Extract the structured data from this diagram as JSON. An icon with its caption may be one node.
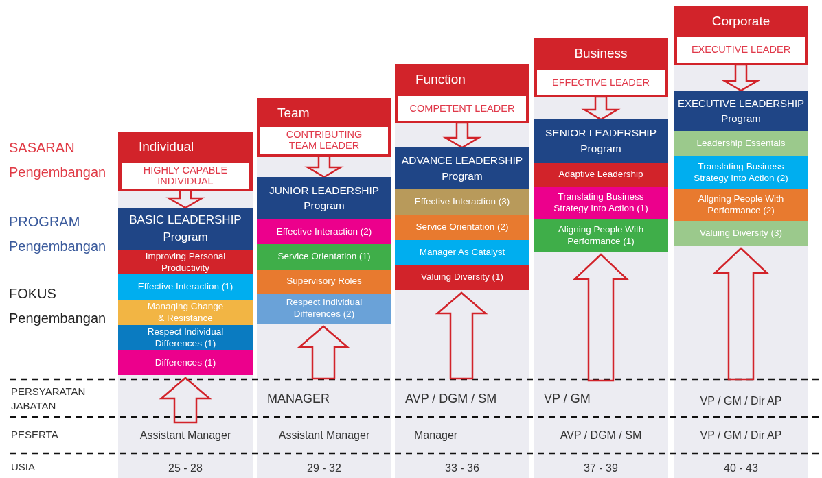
{
  "diagram": {
    "nodes": [
      {
        "text": [
          "Individual"
        ]
      },
      {
        "text": [
          "HIGHLY CAPABLE INDIVIDUAL"
        ],
        "in": 0
      },
      {
        "text": [
          "BASIC LEADERSHIP Program"
        ]
      },
      {
        "text": [
          "Improving Personal Productivity"
        ]
      },
      {
        "text": [
          "Effective Interaction (1)"
        ]
      },
      {
        "text": [
          "Managing Change & Resistance"
        ]
      },
      {
        "text": [
          "Respect Individual Differences (1)"
        ]
      },
      {
        "text": [
          "Differences (1)"
        ]
      },
      {
        "text": [
          "Team"
        ]
      },
      {
        "text": [
          "CONTRIBUTING TEAM LEADER"
        ],
        "in": 8
      },
      {
        "text": [
          "JUNIOR LEADERSHIP Program"
        ]
      },
      {
        "text": [
          "Effective Interaction (2)"
        ]
      },
      {
        "text": [
          "Service Orientation (1)"
        ]
      },
      {
        "text": [
          "Supervisory Roles"
        ]
      },
      {
        "text": [
          "Respect Individual Differences (2)"
        ]
      },
      {
        "text": [
          "Function"
        ]
      },
      {
        "text": [
          "COMPETENT LEADER"
        ],
        "in": 15
      },
      {
        "text": [
          "ADVANCE LEADERSHIP Program"
        ]
      },
      {
        "text": [
          "Effective Interaction (3)"
        ]
      },
      {
        "text": [
          "Service Orientation (2)"
        ]
      },
      {
        "text": [
          "Manager As Catalyst"
        ]
      },
      {
        "text": [
          "Valuing Diversity (1)"
        ]
      },
      {
        "text": [
          "Business"
        ]
      },
      {
        "text": [
          "EFFECTIVE LEADER"
        ],
        "in": 22
      },
      {
        "text": [
          "SENIOR LEADERSHIP Program"
        ]
      },
      {
        "text": [
          "Adaptive Leadership"
        ]
      },
      {
        "text": [
          "Translating Business Strategy Into Action (1)"
        ]
      },
      {
        "text": [
          "Aligning People With Performance (1)"
        ]
      },
      {
        "text": [
          "Corporate"
        ]
      },
      {
        "text": [
          "EXECUTIVE LEADER"
        ],
        "in": 28
      },
      {
        "text": [
          "EXECUTIVE LEADERSHIP Program"
        ]
      },
      {
        "text": [
          "Leadership Essentals"
        ]
      },
      {
        "text": [
          "Translating Business Strategy Into Action (2)"
        ]
      },
      {
        "text": [
          "Allgning People With Performance (2)"
        ]
      },
      {
        "text": [
          "Valuing Diversity (3)"
        ]
      }
    ],
    "edges": [
      {
        "from": 1,
        "to": 2,
        "arrow": "to"
      },
      {
        "from": 9,
        "to": 10,
        "arrow": "to"
      },
      {
        "from": 16,
        "to": 17,
        "arrow": "to"
      },
      {
        "from": 23,
        "to": 24,
        "arrow": "to"
      },
      {
        "from": 29,
        "to": 30,
        "arrow": "to"
      },
      {
        "from": null,
        "to": 7,
        "arrow": "to"
      },
      {
        "from": null,
        "to": 14,
        "arrow": "to"
      },
      {
        "from": null,
        "to": 21,
        "arrow": "to"
      },
      {
        "from": null,
        "to": 27,
        "arrow": "to"
      },
      {
        "from": null,
        "to": 34,
        "arrow": "to"
      }
    ],
    "labels": [
      "SASARAN Pengembangan",
      "PROGRAM Pengembangan",
      "FOKUS Pengembangan",
      "PERSYARATAN JABATAN",
      "MANAGER",
      "AVP / DGM / SM",
      "VP / GM",
      "VP / GM / Dir AP",
      "PESERTA",
      "Assistant Manager",
      "Assistant Manager",
      "Manager",
      "AVP / DGM / SM",
      "VP / GM / Dir AP",
      "USIA",
      "25 - 28",
      "29 - 32",
      "33 - 36",
      "37 - 39",
      "40 - 43"
    ]
  }
}
